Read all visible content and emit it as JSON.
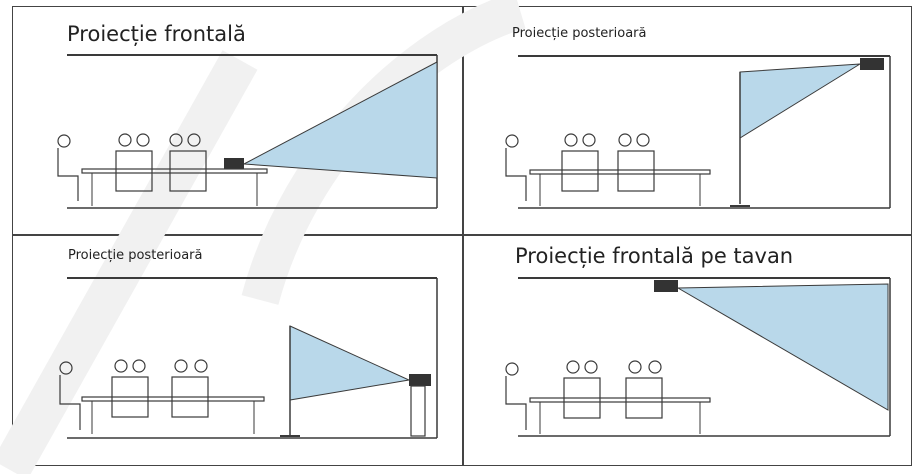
{
  "panels": [
    {
      "id": "top-left",
      "caption": "Proiecție frontală",
      "mode": "front"
    },
    {
      "id": "top-right",
      "caption": "Proiecție posterioară",
      "mode": "rear-ceiling"
    },
    {
      "id": "bottom-left",
      "caption": "Proiecție posterioară",
      "mode": "rear-floor"
    },
    {
      "id": "bottom-right",
      "caption": "Proiecție frontală pe tavan",
      "mode": "ceiling"
    }
  ],
  "colors": {
    "beam": "#b9d8ea",
    "line": "#3a3a3a",
    "frame": "#444444",
    "watermark": "#eeeeee"
  }
}
